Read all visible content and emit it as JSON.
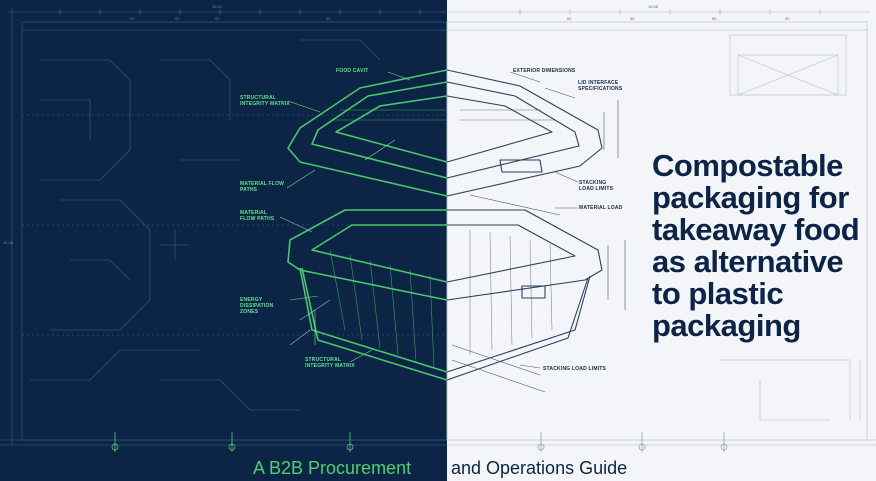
{
  "headline": {
    "lines": [
      "Compostable",
      "packaging for",
      "takeaway food",
      "as alternative",
      "to plastic",
      "packaging"
    ]
  },
  "subtitle": {
    "left": "A B2B Procurement",
    "right": "and Operations Guide"
  },
  "callouts_left": {
    "food_cavity": "FOOD CAVIT",
    "integrity_matrix_top": "STRUCTURAL INTEGRITY MATRIX",
    "flow_paths_1": "MATERIAL FLOW PATHS",
    "flow_paths_2": "MATERIAL FLOW PATHS",
    "dissipation": "ENERGY DISSIPATION ZONES",
    "integrity_matrix_bottom": "STRUCTURAL INTEGRITY MATRIX"
  },
  "callouts_right": {
    "exterior": "EXTERIOR DIMENSIONS",
    "lid_interface": "LID INTERFACE SPECIFICATIONS",
    "stacking_limits": "STACKING LOAD LIMITS",
    "material_load": "MATERIAL LOAD",
    "stacking_limits_bottom": "STACKING LOAD LIMITS"
  },
  "dimensions": {
    "top_left": "16.01",
    "top_right": "16.08",
    "side_left": "16.08",
    "t1": "00",
    "t2": "50",
    "t3": "50",
    "t4": "00",
    "r1": "00",
    "r2": "50",
    "r3": "50",
    "r4": "00"
  },
  "colors": {
    "navy": "#0b2447",
    "glow_green": "#4cd16a",
    "paper": "#f3f5f8"
  }
}
